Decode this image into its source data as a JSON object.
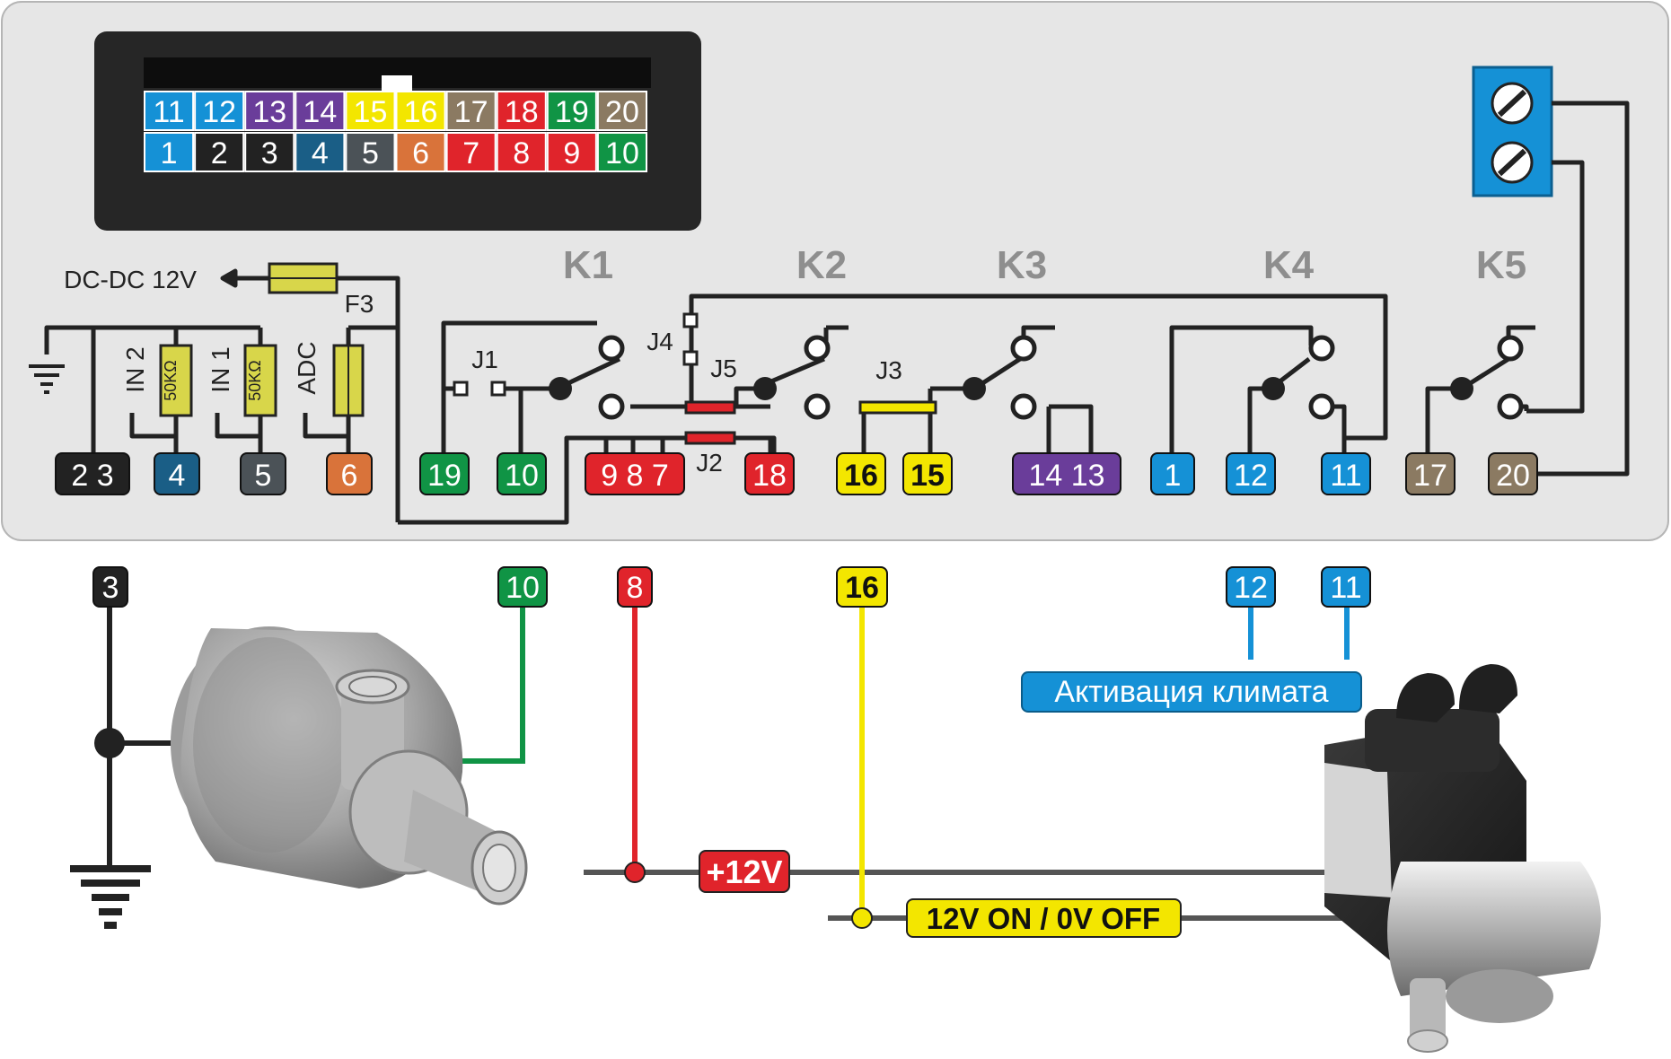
{
  "connector": {
    "top_row": [
      {
        "label": "11",
        "color": "#1591d6"
      },
      {
        "label": "12",
        "color": "#1591d6"
      },
      {
        "label": "13",
        "color": "#6a3d9a"
      },
      {
        "label": "14",
        "color": "#6a3d9a"
      },
      {
        "label": "15",
        "color": "#f3e600"
      },
      {
        "label": "16",
        "color": "#f3e600"
      },
      {
        "label": "17",
        "color": "#8b7a62"
      },
      {
        "label": "18",
        "color": "#e0242b"
      },
      {
        "label": "19",
        "color": "#109445"
      },
      {
        "label": "20",
        "color": "#8b7a62"
      }
    ],
    "bottom_row": [
      {
        "label": "1",
        "color": "#1591d6"
      },
      {
        "label": "2",
        "color": "#222222"
      },
      {
        "label": "3",
        "color": "#222222"
      },
      {
        "label": "4",
        "color": "#1a5e86"
      },
      {
        "label": "5",
        "color": "#4b5257"
      },
      {
        "label": "6",
        "color": "#d9733a"
      },
      {
        "label": "7",
        "color": "#e0242b"
      },
      {
        "label": "8",
        "color": "#e0242b"
      },
      {
        "label": "9",
        "color": "#e0242b"
      },
      {
        "label": "10",
        "color": "#109445"
      }
    ]
  },
  "relays": {
    "k1": "K1",
    "k2": "K2",
    "k3": "K3",
    "k4": "K4",
    "k5": "K5"
  },
  "jumpers": {
    "j1": "J1",
    "j2": "J2",
    "j3": "J3",
    "j4": "J4",
    "j5": "J5"
  },
  "fuse": {
    "label": "F3",
    "dcdc": "DC-DC 12V"
  },
  "inputs": {
    "in2": "IN 2",
    "in1": "IN 1",
    "adc": "ADC",
    "res1": "50KΩ",
    "res2": "50KΩ"
  },
  "pins": {
    "p23": "2 3",
    "p4": "4",
    "p5": "5",
    "p6": "6",
    "p19": "19",
    "p10": "10",
    "p987": "9 8 7",
    "p18": "18",
    "p16": "16",
    "p15": "15",
    "p1413": "14 13",
    "p1": "1",
    "p12": "12",
    "p11": "11",
    "p17": "17",
    "p20": "20"
  },
  "wiring": {
    "w3": "3",
    "w10": "10",
    "w8": "8",
    "w16": "16",
    "w12": "12",
    "w11": "11",
    "climate": "Активация климата",
    "plus12": "+12V",
    "onoff": "12V ON / 0V OFF"
  },
  "colors": {
    "panel": "#e6e6e6",
    "black": "#222222",
    "blue": "#1591d6",
    "green": "#109445",
    "red": "#e0242b",
    "yellow": "#f3e600",
    "purple": "#6a3d9a",
    "brown": "#8b7a62",
    "orange": "#d9733a"
  }
}
